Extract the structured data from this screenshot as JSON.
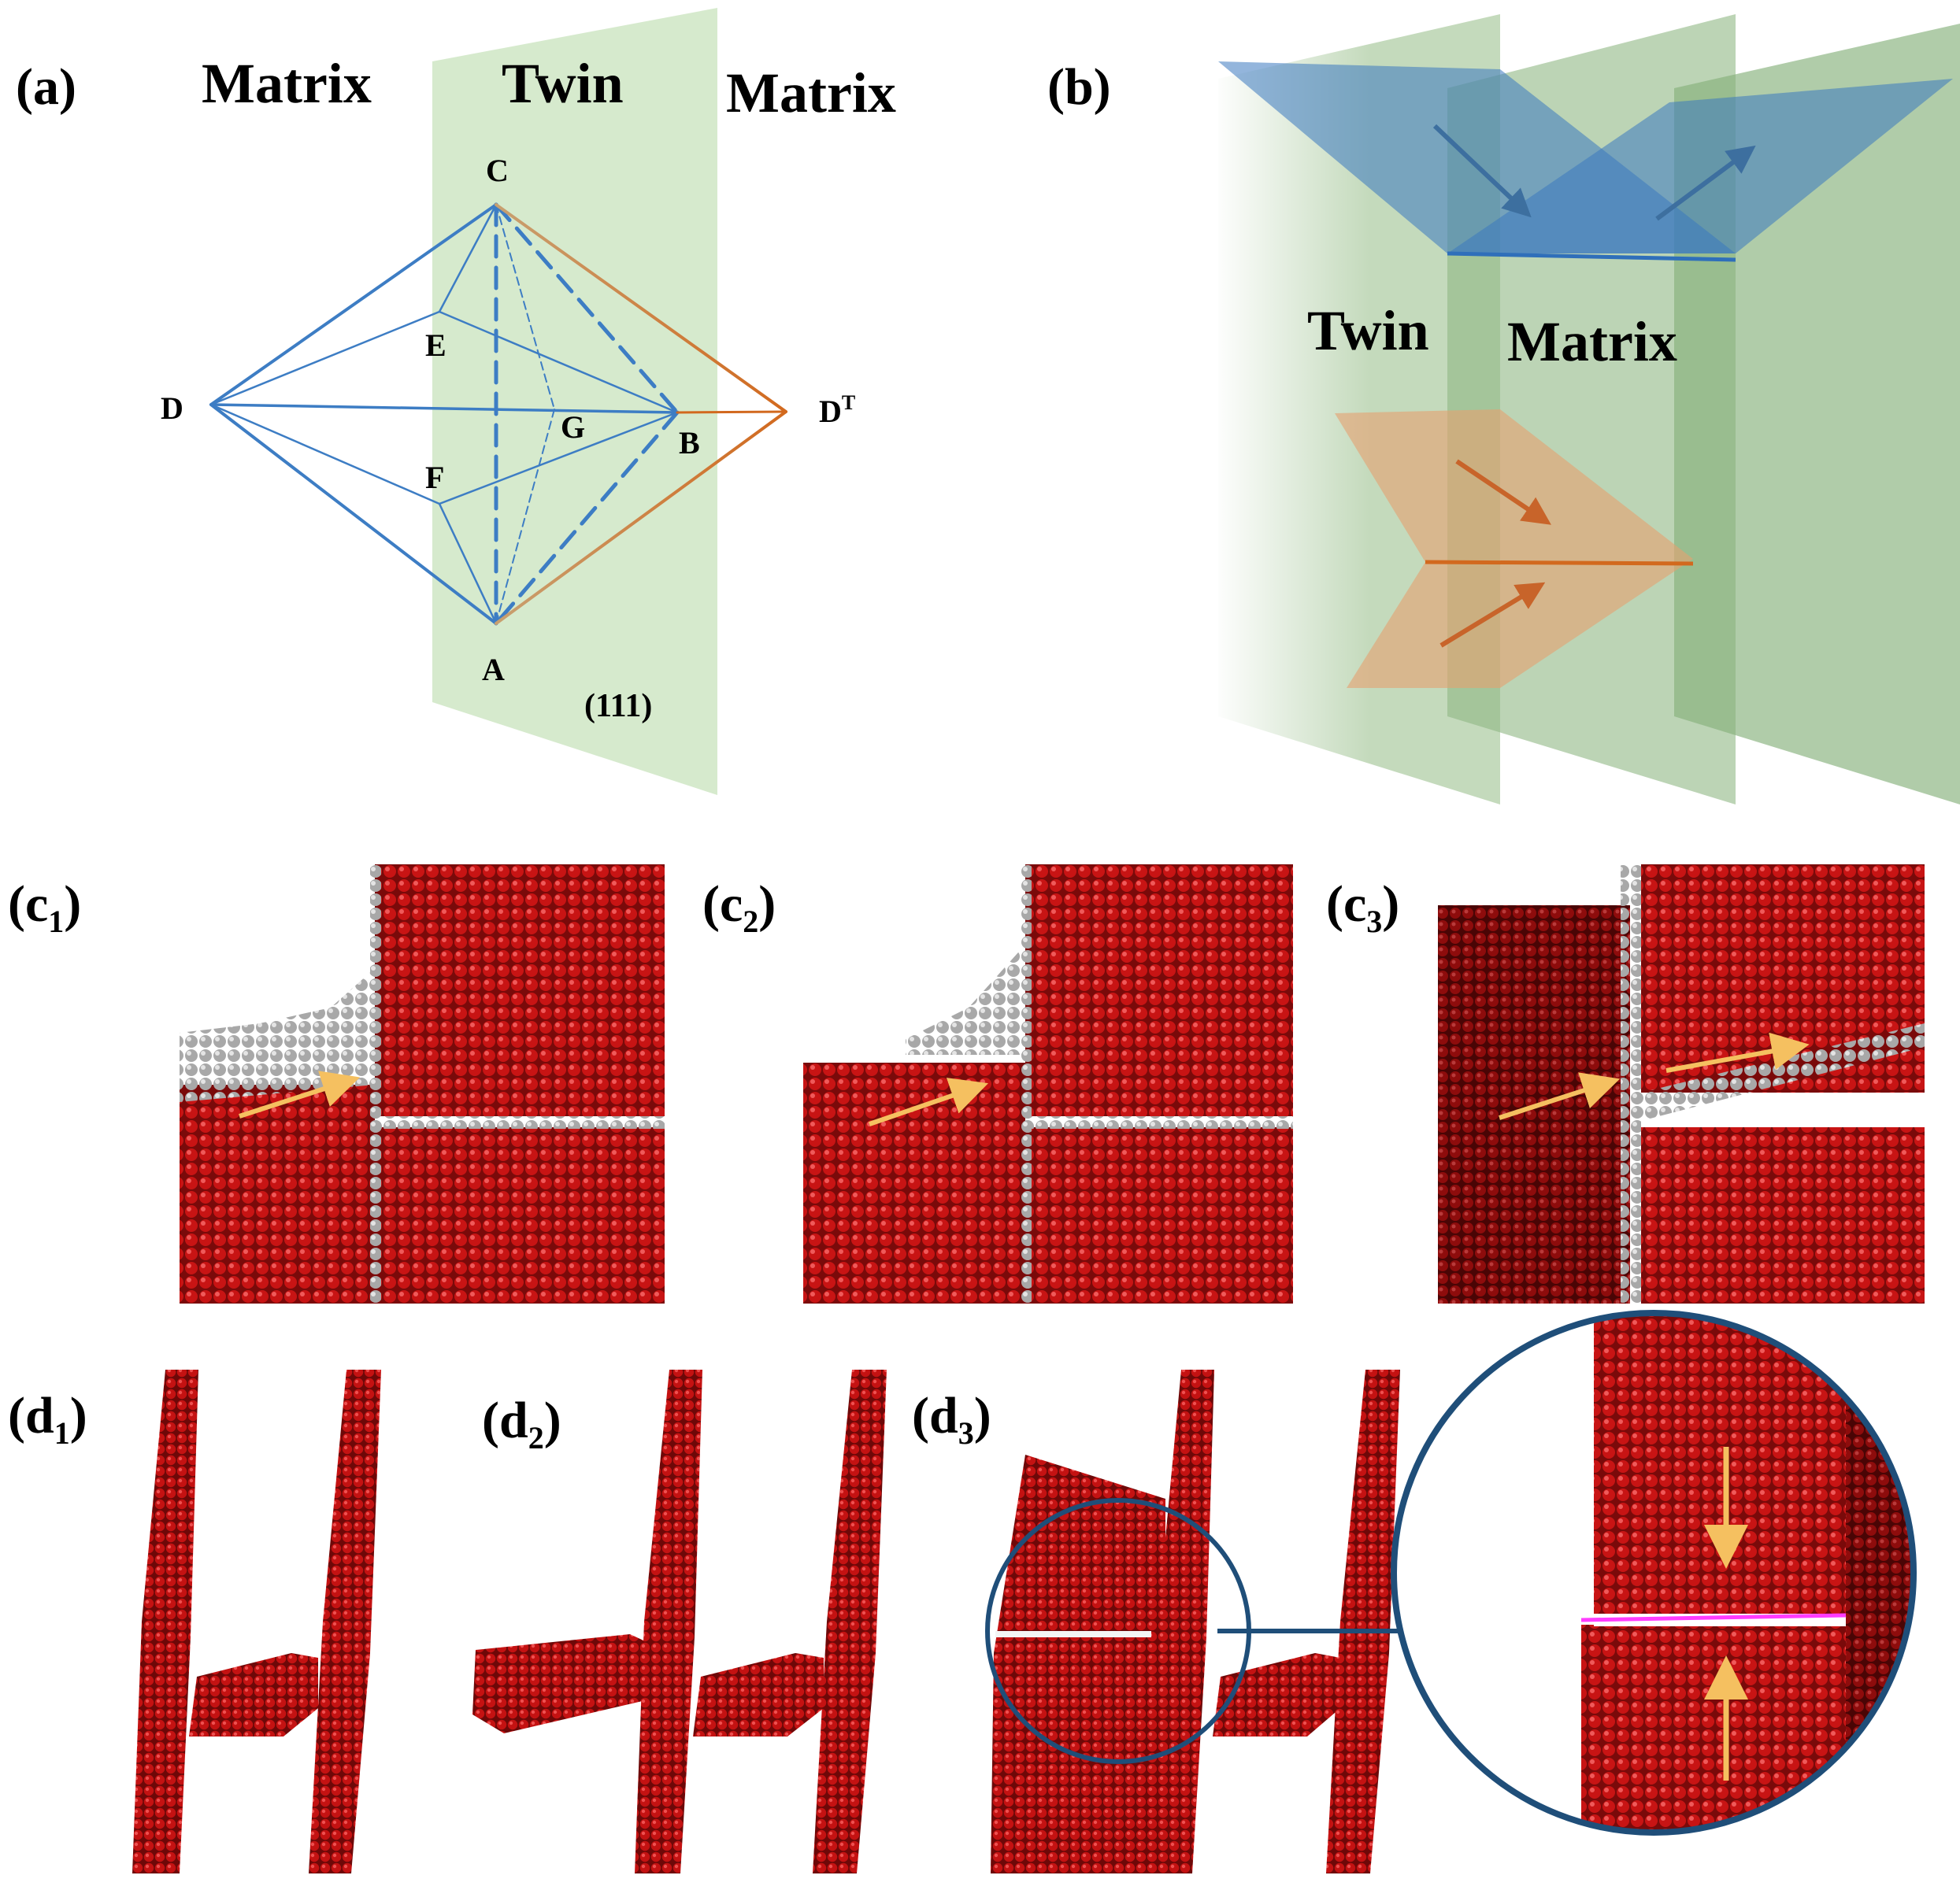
{
  "panel_a": {
    "label": "(a)",
    "region_left": "Matrix",
    "region_middle": "Twin",
    "region_right": "Matrix",
    "plane": "(111)",
    "vertices": {
      "C": "C",
      "E": "E",
      "D": "D",
      "G": "G",
      "B": "B",
      "F": "F",
      "A": "A",
      "DT_base": "D",
      "DT_sup": "T"
    }
  },
  "panel_b": {
    "label": "(b)",
    "region_left": "Twin",
    "region_right": "Matrix"
  },
  "panel_c": [
    {
      "label": "c",
      "sub": "1"
    },
    {
      "label": "c",
      "sub": "2"
    },
    {
      "label": "c",
      "sub": "3"
    }
  ],
  "panel_d": [
    {
      "label": "d",
      "sub": "1"
    },
    {
      "label": "d",
      "sub": "2"
    },
    {
      "label": "d",
      "sub": "3"
    }
  ],
  "colors": {
    "twin_plane": "#cfe6c4",
    "tetra_blue": "#3d7dc4",
    "tetra_orange": "#d2691e",
    "atom_red": "#c81414",
    "atom_gray": "#b4b4b4",
    "arrow_yellow": "#f5c060",
    "zoom_circle": "#1f4e79",
    "dislocation_line": "#ff3cff"
  }
}
